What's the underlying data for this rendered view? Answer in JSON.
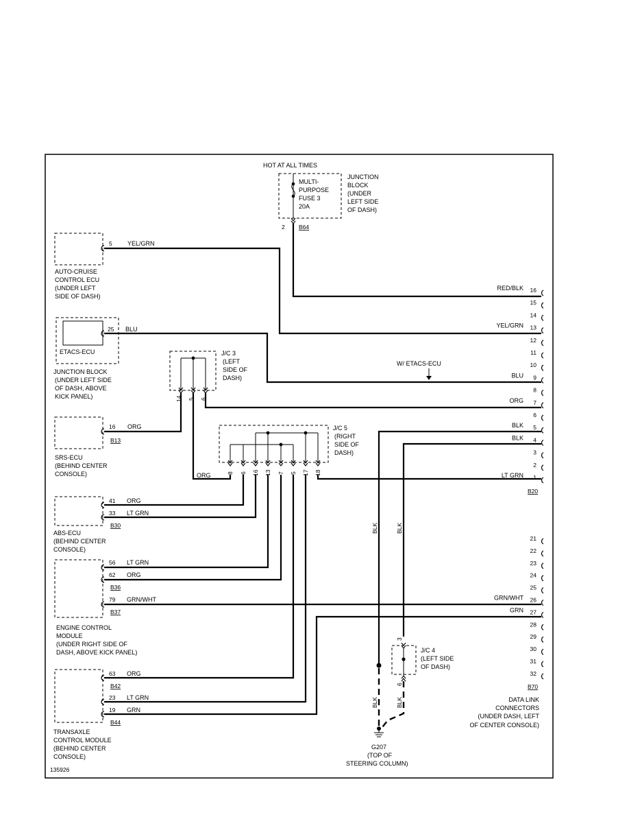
{
  "diagram": {
    "figure_id": "135926",
    "power": {
      "label": "HOT AT ALL TIMES"
    },
    "fuse": {
      "lines": [
        "MULTI-",
        "PURPOSE",
        "FUSE 3",
        "20A"
      ],
      "pin": "2",
      "connector": "B64"
    },
    "junction_block_top": {
      "lines": [
        "JUNCTION",
        "BLOCK",
        "(UNDER",
        "LEFT SIDE",
        "OF DASH)"
      ]
    },
    "auto_cruise": {
      "lines": [
        "AUTO-CRUISE",
        "CONTROL ECU",
        "(UNDER LEFT",
        "SIDE OF DASH)"
      ],
      "pin": "5",
      "wire": "YEL/GRN"
    },
    "etacs": {
      "label": "ETACS-ECU",
      "pin": "25",
      "wire": "BLU"
    },
    "junction_block_left": {
      "lines": [
        "JUNCTION BLOCK",
        "(UNDER LEFT SIDE",
        "OF DASH, ABOVE",
        "KICK PANEL)"
      ]
    },
    "jc3": {
      "lines": [
        "J/C 3",
        "(LEFT",
        "SIDE OF",
        "DASH)"
      ],
      "pins": [
        "14",
        "5",
        "6"
      ]
    },
    "srs": {
      "lines": [
        "SRS-ECU",
        "(BEHIND CENTER",
        "CONSOLE)"
      ],
      "pin": "16",
      "wire": "ORG",
      "connector": "B13"
    },
    "jc5": {
      "lines": [
        "J/C 5",
        "(RIGHT",
        "SIDE OF",
        "DASH)"
      ],
      "pins": [
        "8",
        "6",
        "16",
        "13",
        "7",
        "5",
        "17",
        "18"
      ],
      "wire_left": "ORG"
    },
    "abs": {
      "lines": [
        "ABS-ECU",
        "(BEHIND CENTER",
        "CONSOLE)"
      ],
      "connector": "B30",
      "pins": [
        {
          "pin": "41",
          "wire": "ORG"
        },
        {
          "pin": "33",
          "wire": "LT GRN"
        }
      ]
    },
    "ecm": {
      "lines": [
        "ENGINE CONTROL",
        "MODULE",
        "(UNDER RIGHT SIDE OF",
        "DASH, ABOVE KICK PANEL)"
      ],
      "connector_a": "B36",
      "connector_b": "B37",
      "pins": [
        {
          "pin": "56",
          "wire": "LT GRN"
        },
        {
          "pin": "62",
          "wire": "ORG"
        },
        {
          "pin": "79",
          "wire": "GRN/WHT"
        }
      ]
    },
    "tcm": {
      "lines": [
        "TRANSAXLE",
        "CONTROL MODULE",
        "(BEHIND CENTER",
        "CONSOLE)"
      ],
      "connector_a": "B42",
      "connector_b": "B44",
      "pins": [
        {
          "pin": "63",
          "wire": "ORG"
        },
        {
          "pin": "23",
          "wire": "LT GRN"
        },
        {
          "pin": "19",
          "wire": "GRN"
        }
      ]
    },
    "jc4": {
      "lines": [
        "J/C 4",
        "(LEFT SIDE",
        "OF DASH)"
      ],
      "pins": [
        "3",
        "6"
      ]
    },
    "ground": {
      "lines": [
        "G207",
        "(TOP OF",
        "STEERING COLUMN)"
      ],
      "wire": "BLK"
    },
    "etacs_note": "W/ ETACS-ECU",
    "dlc": {
      "lines": [
        "DATA LINK",
        "CONNECTORS",
        "(UNDER DASH, LEFT",
        "OF CENTER CONSOLE)"
      ],
      "connector_a": "B20",
      "connector_b": "B70",
      "pins_a": [
        "16",
        "15",
        "14",
        "13",
        "12",
        "11",
        "10",
        "9",
        "8",
        "7",
        "6",
        "5",
        "4",
        "3",
        "2",
        "1"
      ],
      "pins_b": [
        "21",
        "22",
        "23",
        "24",
        "25",
        "26",
        "27",
        "28",
        "29",
        "30",
        "31",
        "32"
      ],
      "wire_labels": [
        {
          "pin": "16",
          "wire": "RED/BLK"
        },
        {
          "pin": "13",
          "wire": "YEL/GRN"
        },
        {
          "pin": "9",
          "wire": "BLU"
        },
        {
          "pin": "7",
          "wire": "ORG"
        },
        {
          "pin": "5",
          "wire": "BLK"
        },
        {
          "pin": "4",
          "wire": "BLK"
        },
        {
          "pin": "1",
          "wire": "LT GRN"
        },
        {
          "pin": "26",
          "wire": "GRN/WHT"
        },
        {
          "pin": "27",
          "wire": "GRN"
        }
      ]
    },
    "vertical_labels": [
      "BLK",
      "BLK",
      "BLK",
      "BLK"
    ]
  }
}
